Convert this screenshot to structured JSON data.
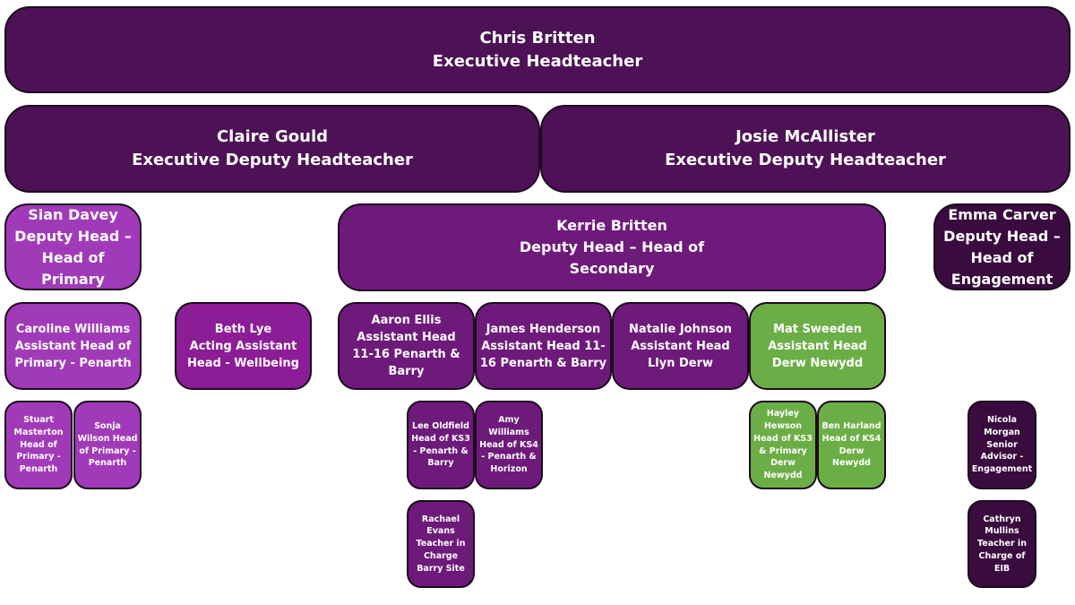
{
  "chart": {
    "executive_head": {
      "name": "Chris Britten",
      "role": "Executive Headteacher"
    },
    "deputies": [
      {
        "name": "Claire Gould",
        "role": "Executive Deputy Headteacher"
      },
      {
        "name": "Josie McAllister",
        "role": "Executive Deputy Headteacher"
      }
    ],
    "deputy_heads": {
      "primary": {
        "name": "Sian Davey",
        "role": "Deputy Head – Head of Primary"
      },
      "secondary": {
        "name": "Kerrie Britten",
        "role": "Deputy Head – Head of Secondary"
      },
      "engagement": {
        "name": "Emma Carver",
        "role": "Deputy Head – Head of Engagement"
      }
    },
    "assistant_heads": [
      {
        "name": "Caroline Williams",
        "role": "Assistant Head of Primary - Penarth"
      },
      {
        "name": "Beth Lye",
        "role": "Acting Assistant Head - Wellbeing"
      },
      {
        "name": "Aaron Ellis",
        "role": "Assistant Head 11-16 Penarth & Barry"
      },
      {
        "name": "James Henderson",
        "role": "Assistant Head 11-16 Penarth & Barry"
      },
      {
        "name": "Natalie Johnson",
        "role": "Assistant Head Llyn Derw"
      },
      {
        "name": "Mat Sweeden",
        "role": "Assistant Head Derw Newydd"
      }
    ],
    "staff": [
      {
        "text": "Stuart Masterton Head of Primary - Penarth"
      },
      {
        "text": "Sonja Wilson Head of Primary - Penarth"
      },
      {
        "text": "Lee Oldfield Head of KS3 - Penarth & Barry"
      },
      {
        "text": "Amy Williams Head of KS4 - Penarth & Horizon"
      },
      {
        "text": "Hayley Hewson Head of KS3 & Primary Derw Newydd"
      },
      {
        "text": "Ben Harland Head of KS4 Derw Newydd"
      },
      {
        "text": "Nicola Morgan Senior Advisor - Engagement"
      },
      {
        "text": "Rachael Evans Teacher in Charge Barry Site"
      },
      {
        "text": "Cathryn Mullins Teacher in Charge of EIB"
      }
    ]
  },
  "colors": {
    "dark": "#4d1155",
    "secondary": "#6e1a7b",
    "primary_light": "#a13ab8",
    "wellbeing": "#8d1c97",
    "green": "#6cae46",
    "engagement": "#3a0b3e"
  }
}
